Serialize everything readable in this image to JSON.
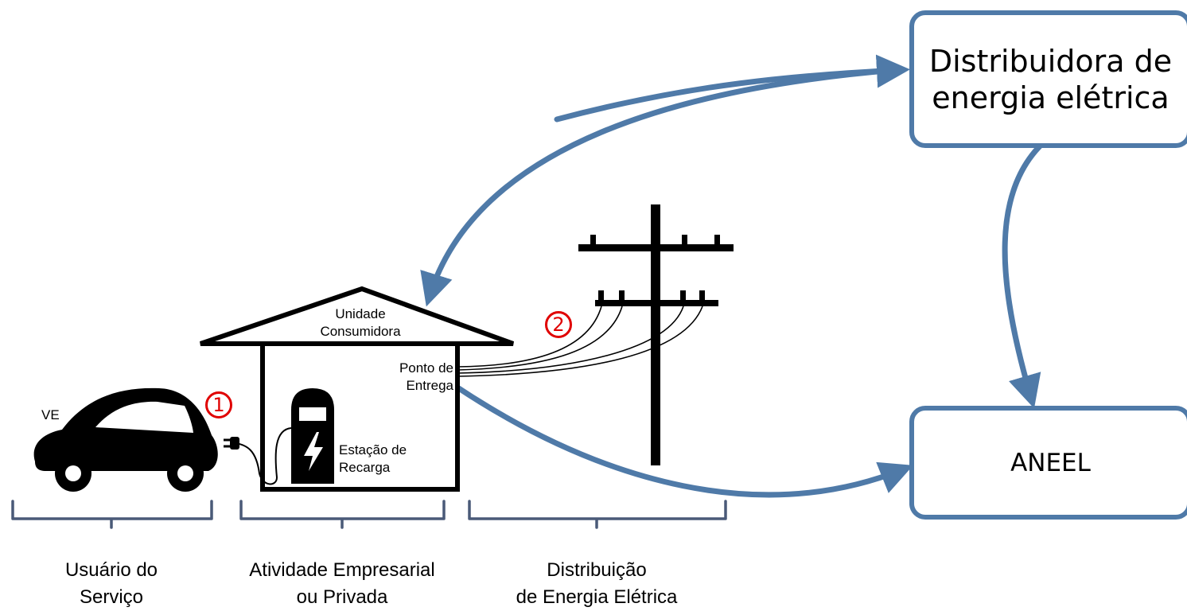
{
  "boxes": {
    "distribuidora": "Distribuidora de energia elétrica",
    "aneel": "ANEEL"
  },
  "labels": {
    "ve": "VE",
    "unidade_line1": "Unidade",
    "unidade_line2": "Consumidora",
    "ponto_line1": "Ponto de",
    "ponto_line2": "Entrega",
    "estacao_line1": "Estação de",
    "estacao_line2": "Recarga"
  },
  "markers": {
    "one": "1",
    "two": "2"
  },
  "groups": {
    "usuario_line1": "Usuário do",
    "usuario_line2": "Serviço",
    "atividade_line1": "Atividade Empresarial",
    "atividade_line2": "ou Privada",
    "distribuicao_line1": "Distribuição",
    "distribuicao_line2": "de Energia Elétrica"
  },
  "colors": {
    "arrow": "#4f7aa8",
    "marker": "#e00000",
    "bracket": "#4a5a78"
  },
  "icons": [
    "car-icon",
    "plug-icon",
    "charging-station-icon",
    "lightning-icon",
    "utility-pole-icon",
    "house-icon"
  ]
}
